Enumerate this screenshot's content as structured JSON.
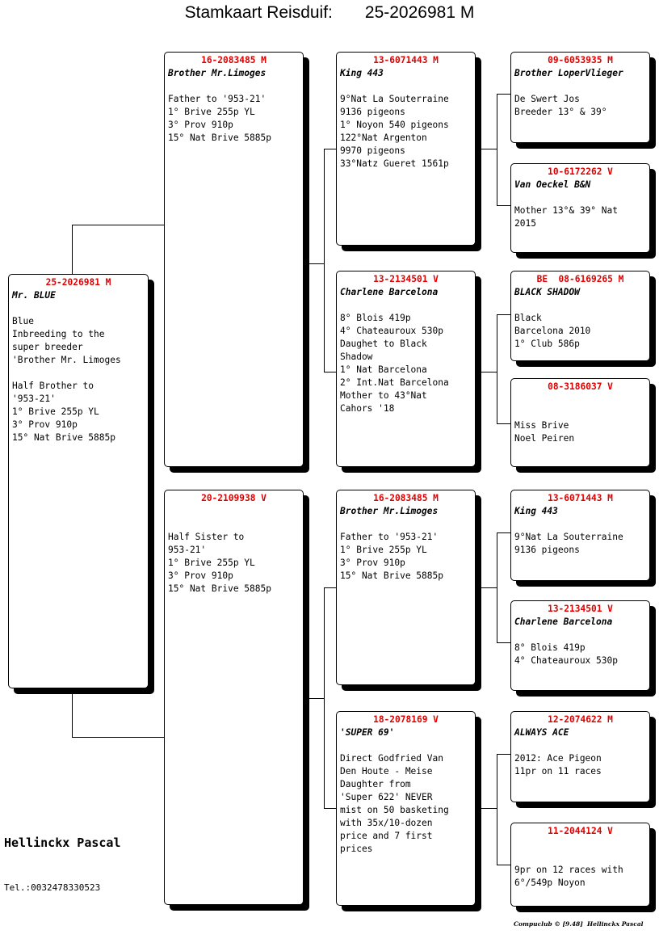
{
  "header": {
    "label": "Stamkaart Reisduif:",
    "ring": "25-2026981 M"
  },
  "pigeons": {
    "subject": {
      "ring": "25-2026981 M",
      "name": "Mr. BLUE",
      "notes": [
        "Blue",
        "Inbreeding to the",
        "super breeder",
        "'Brother Mr. Limoges",
        "",
        "Half Brother to",
        "'953-21'",
        "1° Brive 255p YL",
        "3° Prov 910p",
        "15° Nat Brive 5885p"
      ]
    },
    "father": {
      "ring": "16-2083485 M",
      "name": "Brother Mr.Limoges",
      "notes": [
        "Father to '953-21'",
        "1° Brive 255p YL",
        "3° Prov 910p",
        "15° Nat Brive 5885p"
      ]
    },
    "mother": {
      "ring": "20-2109938 V",
      "name": "",
      "notes": [
        "Half Sister to",
        "953-21'",
        "1° Brive 255p YL",
        "3° Prov 910p",
        "15° Nat Brive 5885p"
      ]
    },
    "ff": {
      "ring": "13-6071443 M",
      "name": "King 443",
      "notes": [
        "9°Nat La Souterraine",
        "9136 pigeons",
        "1° Noyon 540 pigeons",
        "122°Nat Argenton",
        "9970 pigeons",
        "33°Natz Gueret 1561p"
      ]
    },
    "fm": {
      "ring": "13-2134501 V",
      "name": "Charlene Barcelona",
      "notes": [
        "8° Blois 419p",
        "4° Chateauroux 530p",
        "Daughet to Black",
        "Shadow",
        "1° Nat Barcelona",
        "2° Int.Nat Barcelona",
        "Mother to 43°Nat",
        "Cahors '18"
      ]
    },
    "mf": {
      "ring": "16-2083485 M",
      "name": "Brother Mr.Limoges",
      "notes": [
        "Father to '953-21'",
        "1° Brive 255p YL",
        "3° Prov 910p",
        "15° Nat Brive 5885p"
      ]
    },
    "mm": {
      "ring": "18-2078169 V",
      "name": "'SUPER 69'",
      "notes": [
        "Direct Godfried Van",
        "Den Houte - Meise",
        "Daughter from",
        "'Super 622' NEVER",
        "mist on 50 basketing",
        "with 35x/10-dozen",
        "price and 7 first",
        "prices"
      ]
    },
    "fff": {
      "ring": "09-6053935 M",
      "name": "Brother LoperVlieger",
      "notes": [
        "De Swert Jos",
        "Breeder 13° & 39°"
      ]
    },
    "ffm": {
      "ring": "10-6172262 V",
      "name": "Van Oeckel B&N",
      "notes": [
        "Mother 13°& 39° Nat",
        "2015"
      ]
    },
    "fmf": {
      "ring": "BE  08-6169265 M",
      "name": "BLACK SHADOW",
      "notes": [
        "Black",
        "Barcelona 2010",
        "1° Club 586p"
      ],
      "notes_gap": false
    },
    "fmm": {
      "ring": "08-3186037 V",
      "name": "",
      "notes": [
        "Miss Brive",
        "Noel Peiren"
      ]
    },
    "mff": {
      "ring": "13-6071443 M",
      "name": "King 443",
      "notes": [
        "9°Nat La Souterraine",
        "9136 pigeons"
      ]
    },
    "mfm": {
      "ring": "13-2134501 V",
      "name": "Charlene Barcelona",
      "notes": [
        "8° Blois 419p",
        "4° Chateauroux 530p"
      ]
    },
    "mmf": {
      "ring": "12-2074622 M",
      "name": "ALWAYS ACE",
      "notes": [
        "2012: Ace Pigeon",
        "11pr on 11 races"
      ]
    },
    "mmm": {
      "ring": "11-2044124 V",
      "name": "",
      "notes": [
        "9pr on 12 races with",
        "6°/549p Noyon"
      ]
    }
  },
  "owner": {
    "name": "Hellinckx Pascal",
    "phone": "Tel.:0032478330523"
  },
  "footer": "Compuclub © [9.48]  Hellinckx Pascal",
  "colors": {
    "ring": "#e00000",
    "border": "#000000",
    "shadow": "#000000"
  }
}
